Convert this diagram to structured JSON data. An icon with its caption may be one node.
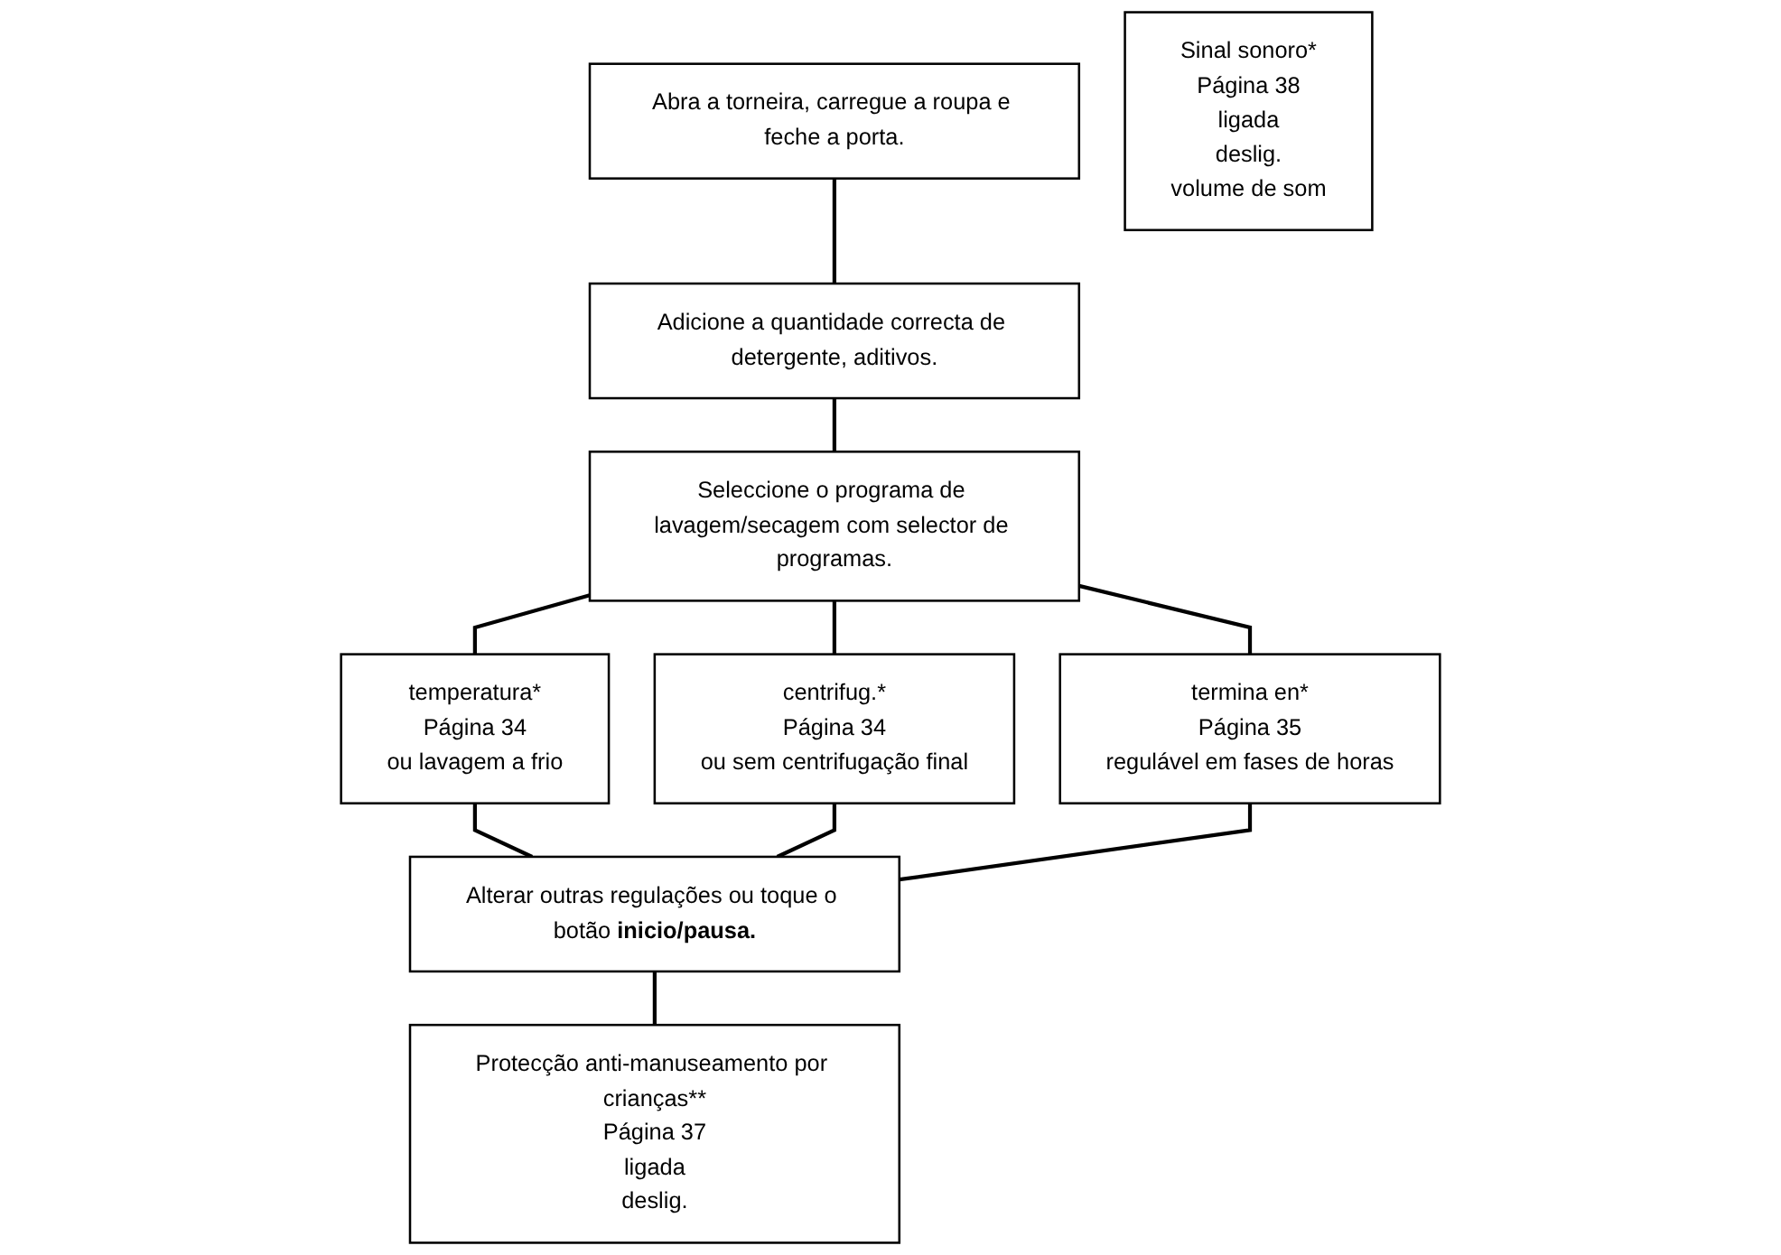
{
  "diagram": {
    "nodes": [
      {
        "text": [
          "Abra a torneira, carregue a roupa e feche a porta."
        ]
      },
      {
        "text": [
          "Adicione a quantidade correcta de detergente, aditivos."
        ]
      },
      {
        "text": [
          "Seleccione o programa de lavagem/secagem com selector de programas."
        ]
      },
      {
        "text": [
          "temperatura*",
          "Página 34",
          "ou lavagem a frio"
        ]
      },
      {
        "text": [
          "centrifug.*",
          "Página 34",
          "ou sem centrifugação final"
        ]
      },
      {
        "text": [
          "termina en*",
          "Página 35",
          "regulável em fases de horas"
        ]
      },
      {
        "text": [
          "Sinal sonoro*",
          "Página 38",
          "ligada",
          "deslig.",
          "volume de som"
        ]
      },
      {
        "text": [
          "Alterar outras regulações ou toque o botão **inicio/pausa.**"
        ]
      },
      {
        "text": [
          "Protecção anti-manuseamento por crianças**",
          "Página 37",
          "ligada",
          "deslig."
        ]
      }
    ],
    "edges": [
      {
        "from": 0,
        "to": 1,
        "arrow": "none"
      },
      {
        "from": 1,
        "to": 2,
        "arrow": "none"
      },
      {
        "from": 2,
        "to": 3,
        "arrow": "none"
      },
      {
        "from": 2,
        "to": 4,
        "arrow": "none"
      },
      {
        "from": 2,
        "to": 5,
        "arrow": "none"
      },
      {
        "from": 3,
        "to": 7,
        "arrow": "none"
      },
      {
        "from": 4,
        "to": 7,
        "arrow": "none"
      },
      {
        "from": 5,
        "to": 7,
        "arrow": "none"
      },
      {
        "from": 7,
        "to": 8,
        "arrow": "none"
      }
    ]
  }
}
